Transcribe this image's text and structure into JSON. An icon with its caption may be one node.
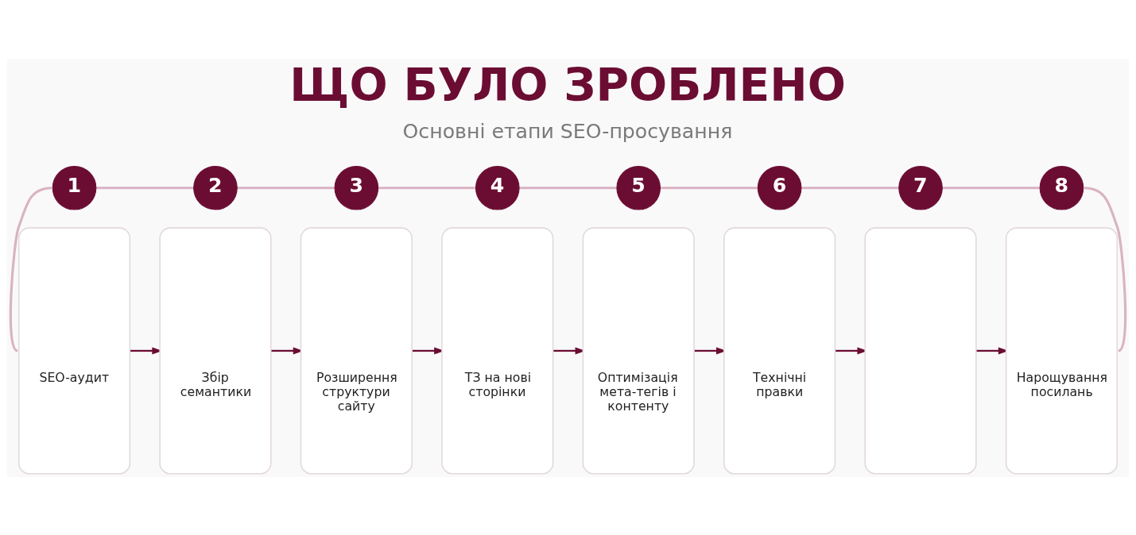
{
  "diagram": {
    "title": "ЩО БУЛО ЗРОБЛЕНО",
    "nodes": [
      {
        "text": [
          "1"
        ]
      },
      {
        "text": [
          "2"
        ]
      },
      {
        "text": [
          "3"
        ]
      },
      {
        "text": [
          "4"
        ]
      },
      {
        "text": [
          "5"
        ]
      },
      {
        "text": [
          "6"
        ]
      },
      {
        "text": [
          "7"
        ]
      },
      {
        "text": [
          "8"
        ]
      },
      {
        "text": [
          "SEO-аудит"
        ]
      },
      {
        "text": [
          "Збір семантики"
        ]
      },
      {
        "text": [
          "Розширення структури сайту"
        ]
      },
      {
        "text": [
          "ТЗ на нові сторінки"
        ]
      },
      {
        "text": [
          "Оптимізація мета-тегів і контенту"
        ]
      },
      {
        "text": [
          "Технічні правки"
        ]
      },
      {
        "text": [],
        "shape": "box"
      },
      {
        "text": [
          "Нарощування посилань"
        ]
      }
    ],
    "edges": [
      {
        "from": 0,
        "to": 8,
        "arrow": "none"
      },
      {
        "from": 0,
        "to": 1,
        "arrow": "none"
      },
      {
        "from": 1,
        "to": 2,
        "arrow": "none"
      },
      {
        "from": 2,
        "to": 3,
        "arrow": "none"
      },
      {
        "from": 3,
        "to": 4,
        "arrow": "none"
      },
      {
        "from": 4,
        "to": 5,
        "arrow": "none"
      },
      {
        "from": 5,
        "to": 6,
        "arrow": "none"
      },
      {
        "from": 6,
        "to": 7,
        "arrow": "none"
      },
      {
        "from": 7,
        "to": 15,
        "arrow": "none"
      },
      {
        "from": 8,
        "to": 9,
        "arrow": "to",
        "color": "#6b0d33"
      },
      {
        "from": 9,
        "to": 10,
        "arrow": "to",
        "color": "#6b0d33"
      },
      {
        "from": 10,
        "to": 11,
        "arrow": "to",
        "color": "#6b0d33"
      },
      {
        "from": 11,
        "to": 12,
        "arrow": "to",
        "color": "#6b0d33"
      },
      {
        "from": 12,
        "to": 13,
        "arrow": "to",
        "color": "#6b0d33"
      },
      {
        "from": 13,
        "to": 14,
        "arrow": "to",
        "color": "#6b0d33"
      },
      {
        "from": 14,
        "to": 15,
        "arrow": "to",
        "color": "#6b0d33"
      }
    ],
    "labels": [
      "Основні етапи SEO-просування"
    ]
  }
}
